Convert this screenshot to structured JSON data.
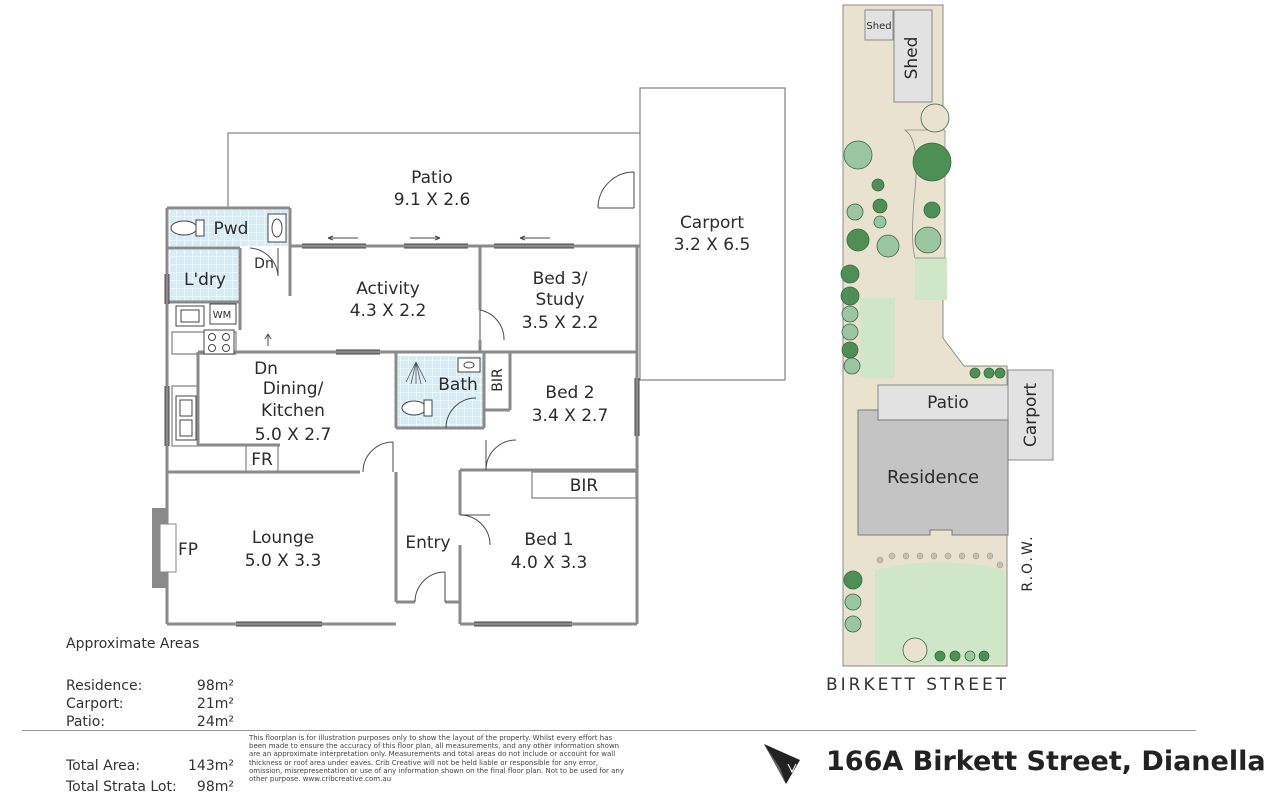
{
  "rooms": {
    "patio": {
      "name": "Patio",
      "dims": "9.1 X 2.6"
    },
    "carport": {
      "name": "Carport",
      "dims": "3.2 X 6.5"
    },
    "pwd": {
      "name": "Pwd"
    },
    "dn_top": {
      "name": "Dn"
    },
    "laundry": {
      "name": "L'dry"
    },
    "wm": {
      "name": "WM"
    },
    "activity": {
      "name": "Activity",
      "dims": "4.3 X 2.2"
    },
    "bed3": {
      "name_line1": "Bed 3/",
      "name_line2": "Study",
      "dims": "3.5 X 2.2"
    },
    "dn_mid": {
      "name": "Dn"
    },
    "dining": {
      "name_line1": "Dining/",
      "name_line2": "Kitchen",
      "dims": "5.0 X 2.7"
    },
    "bath": {
      "name": "Bath"
    },
    "bir_vertical": {
      "name": "BIR"
    },
    "bed2": {
      "name": "Bed 2",
      "dims": "3.4 X 2.7"
    },
    "fr": {
      "name": "FR"
    },
    "bir_horizontal": {
      "name": "BIR"
    },
    "lounge": {
      "name": "Lounge",
      "dims": "5.0 X 3.3"
    },
    "fp": {
      "name": "FP"
    },
    "entry": {
      "name": "Entry"
    },
    "bed1": {
      "name": "Bed 1",
      "dims": "4.0 X 3.3"
    }
  },
  "site": {
    "shed_small": "Shed",
    "shed": "Shed",
    "patio": "Patio",
    "carport": "Carport",
    "residence": "Residence",
    "row": "R.O.W.",
    "street": "BIRKETT STREET"
  },
  "areas": {
    "title": "Approximate Areas",
    "rows": [
      {
        "label": "Residence:",
        "value": "98m²"
      },
      {
        "label": "Carport:",
        "value": "21m²"
      },
      {
        "label": "Patio:",
        "value": "24m²"
      }
    ],
    "totals": [
      {
        "label": "Total Area:",
        "value": "143m²"
      },
      {
        "label": "Total Strata Lot:",
        "value": "98m²"
      }
    ]
  },
  "disclaimer": "This floorplan is for illustration purposes only to show the layout of the property. Whilst every effort has been made to ensure the accuracy of this floor plan, all measurements, and any other information shown are an approximate interpretation only. Measurements and total areas do not include or account for wall thickness or roof area under eaves. Crib Creative will not be held liable or responsible for any error, omission, misrepresentation or use of any information shown on the final floor plan. Not to be used for any other purpose. www.cribcreative.com.au",
  "address": "166A Birkett Street, Dianella",
  "colors": {
    "wall": "#8a8a8a",
    "tile": "#d7ecf5",
    "garden": "#e8e2cf",
    "lawn": "#cfe6c7",
    "building": "#c4c4c4",
    "outbuilding": "#e2e2e2",
    "tree": "#4e8f56"
  },
  "icons": [
    "north-arrow-icon",
    "toilet-icon",
    "sink-icon",
    "shower-icon",
    "stove-icon",
    "tree-icon"
  ]
}
